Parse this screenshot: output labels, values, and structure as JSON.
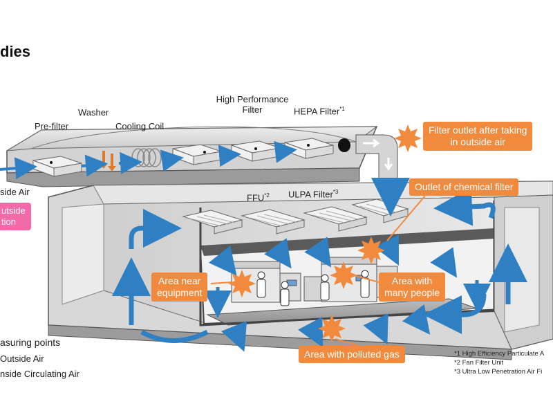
{
  "title": "dies",
  "duct_labels": {
    "prefilter": "Pre-filter",
    "washer": "Washer",
    "cooling_coil": "Cooling Coil",
    "high_perf_1": "High Performance",
    "high_perf_2": "Filter",
    "hepa": "HEPA Filter",
    "hepa_sup": "*1"
  },
  "room_labels": {
    "ffu": "FFU",
    "ffu_sup": "*2",
    "ulpa": "ULPA Filter",
    "ulpa_sup": "*3",
    "outside_air_partial": "side Air"
  },
  "callouts": {
    "filter_outlet": "Filter outlet after taking\nin outside air",
    "chemical_filter": "Outlet of chemical filter",
    "area_near_equipment": "Area near\nequipment",
    "many_people": "Area with\nmany people",
    "polluted_gas": "Area with polluted gas",
    "pink_partial": "utside\ntion"
  },
  "legend": {
    "heading": "asuring points",
    "item1": "Outside Air",
    "item2": "nside Circulating Air"
  },
  "notes": [
    "*1 High Efficiency Particulate A",
    "*2 Fan Filter Unit",
    "*3 Ultra Low Penetration Air Fi"
  ],
  "footer": "",
  "colors": {
    "arrow_blue": "#2f7fc3",
    "callout_orange": "#f28a3d",
    "pink": "#f36aa8",
    "wall_gray": "#9a9a9a"
  }
}
